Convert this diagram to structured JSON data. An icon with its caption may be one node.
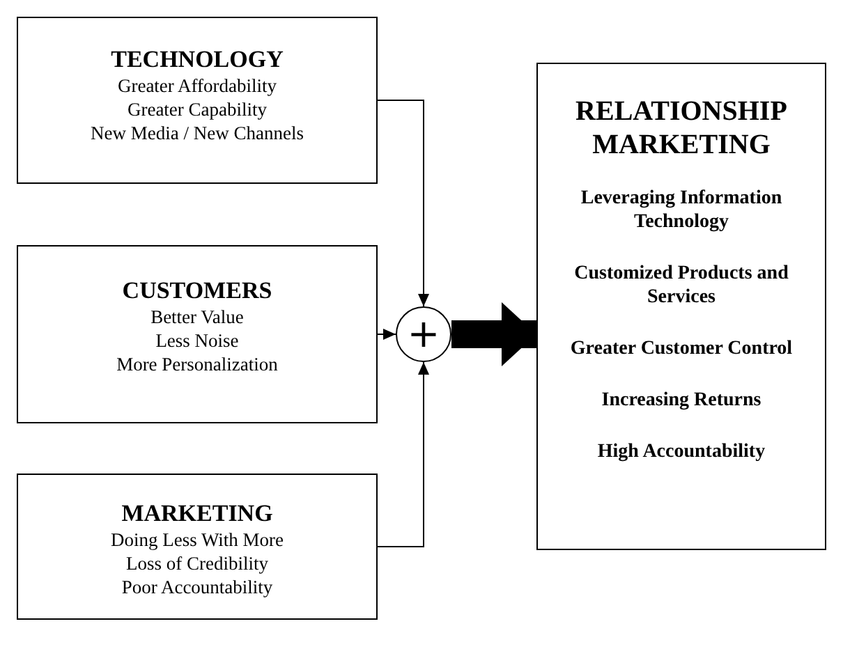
{
  "diagram": {
    "nodes": [
      {
        "text": [
          "TECHNOLOGY",
          "Greater Affordability",
          "Greater Capability",
          "New Media / New Channels"
        ]
      },
      {
        "text": [
          "CUSTOMERS",
          "Better Value",
          "Less Noise",
          "More Personalization"
        ]
      },
      {
        "text": [
          "MARKETING",
          "Doing Less With More",
          "Loss of Credibility",
          "Poor Accountability"
        ]
      },
      {
        "text": [
          "+"
        ]
      },
      {
        "text": [
          "RELATIONSHIP MARKETING",
          "Leveraging Information Technology",
          "Customized Products and Services",
          "Greater Customer Control",
          "Increasing Returns",
          "High Accountability"
        ]
      }
    ],
    "edges": [
      {
        "from": 0,
        "to": 3,
        "arrow": "to"
      },
      {
        "from": 1,
        "to": 3,
        "arrow": "to"
      },
      {
        "from": 2,
        "to": 3,
        "arrow": "to"
      },
      {
        "from": 3,
        "to": 4,
        "arrow": "to",
        "style": "thick"
      }
    ]
  }
}
